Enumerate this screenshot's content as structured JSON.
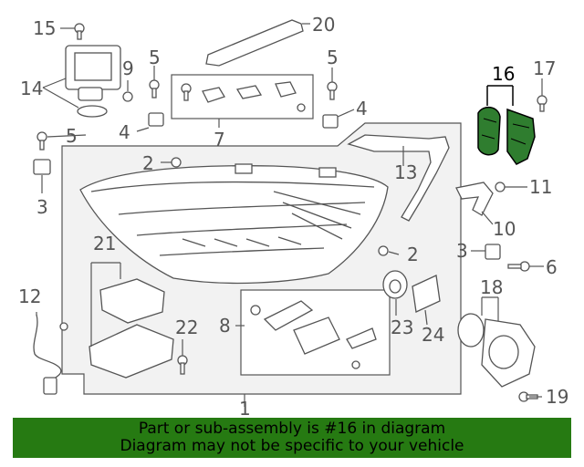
{
  "callouts": {
    "c1": "1",
    "c2a": "2",
    "c2b": "2",
    "c3a": "3",
    "c3b": "3",
    "c4a": "4",
    "c4b": "4",
    "c5a": "5",
    "c5b": "5",
    "c5c": "5",
    "c6": "6",
    "c7": "7",
    "c8": "8",
    "c9": "9",
    "c10": "10",
    "c11": "11",
    "c12": "12",
    "c13": "13",
    "c14": "14",
    "c15": "15",
    "c16": "16",
    "c17": "17",
    "c18": "18",
    "c19": "19",
    "c20": "20",
    "c21": "21",
    "c22": "22",
    "c23": "23",
    "c24": "24"
  },
  "highlighted_part": "16",
  "colors": {
    "highlight": "#2f7d2f",
    "banner": "#267a12",
    "line": "#555555",
    "panel": "#f2f2f2"
  },
  "banner": {
    "line1": "Part or sub-assembly is #16 in diagram",
    "line2": "Diagram may not be specific to your vehicle"
  }
}
